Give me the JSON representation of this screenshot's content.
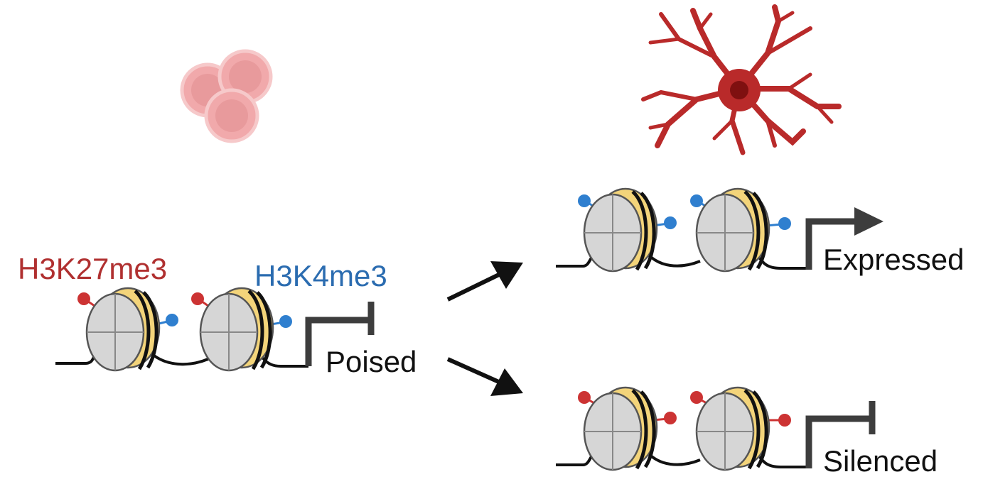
{
  "labels": {
    "h3k27me3": "H3K27me3",
    "h3k4me3": "H3K4me3",
    "poised": "Poised",
    "expressed": "Expressed",
    "silenced": "Silenced"
  },
  "colors": {
    "h3k27me3": "#b03030",
    "h3k4me3": "#2b6cb0",
    "text": "#111111",
    "red_mark": "#cc3333",
    "blue_mark": "#2f7fcf",
    "blood_cell": "#f1a9ab",
    "neuron": "#b92a2a",
    "dna": "#111111",
    "promoter": "#3d3d3d",
    "histone_grey": "#d9d9d9",
    "histone_yellow": "#f3d47a"
  },
  "states": [
    {
      "name": "poised",
      "marks": [
        "h3k27me3",
        "h3k4me3"
      ],
      "promoter": "blocked"
    },
    {
      "name": "expressed",
      "marks": [
        "h3k4me3"
      ],
      "promoter": "arrow"
    },
    {
      "name": "silenced",
      "marks": [
        "h3k27me3"
      ],
      "promoter": "blocked"
    }
  ],
  "icons": [
    "blood-cells-icon",
    "neuron-icon",
    "nucleosome-icon",
    "promoter-arrow-icon",
    "promoter-block-icon",
    "transition-arrow-icon"
  ]
}
